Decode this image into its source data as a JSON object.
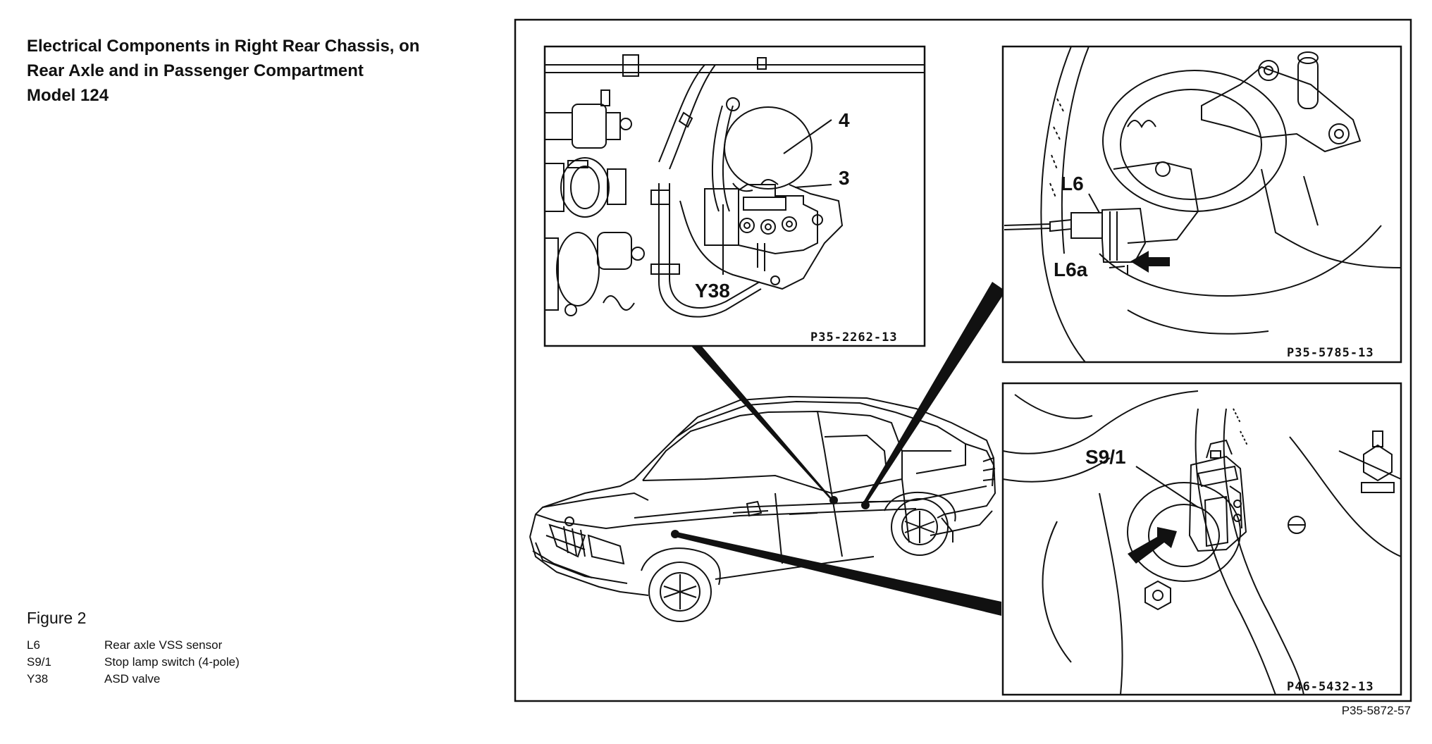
{
  "title": {
    "line1": "Electrical Components in Right Rear Chassis, on",
    "line2": "Rear Axle and in Passenger Compartment",
    "line3": "Model 124"
  },
  "figure_label": "Figure 2",
  "legend": [
    {
      "code": "L6",
      "description": "Rear axle VSS sensor"
    },
    {
      "code": "S9/1",
      "description": "Stop lamp switch (4-pole)"
    },
    {
      "code": "Y38",
      "description": "ASD valve"
    }
  ],
  "panels": {
    "valve": {
      "callouts": [
        "4",
        "3",
        "Y38"
      ],
      "ref": "P35-2262-13"
    },
    "sensor": {
      "callouts": [
        "L6",
        "L6a"
      ],
      "ref": "P35-5785-13"
    },
    "switch": {
      "callouts": [
        "S9/1"
      ],
      "ref": "P46-5432-13"
    }
  },
  "main_ref": "P35-5872-57"
}
